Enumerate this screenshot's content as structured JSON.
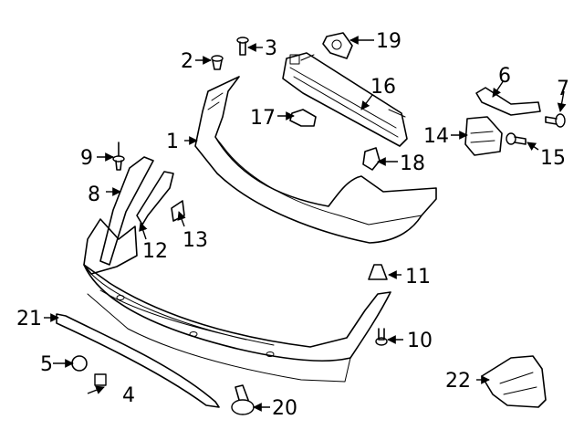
{
  "callouts": {
    "n1": "1",
    "n2": "2",
    "n3": "3",
    "n4": "4",
    "n5": "5",
    "n6": "6",
    "n7": "7",
    "n8": "8",
    "n9": "9",
    "n10": "10",
    "n11": "11",
    "n12": "12",
    "n13": "13",
    "n14": "14",
    "n15": "15",
    "n16": "16",
    "n17": "17",
    "n18": "18",
    "n19": "19",
    "n20": "20",
    "n21": "21",
    "n22": "22"
  },
  "colors": {
    "line": "#000000",
    "background": "#ffffff"
  }
}
